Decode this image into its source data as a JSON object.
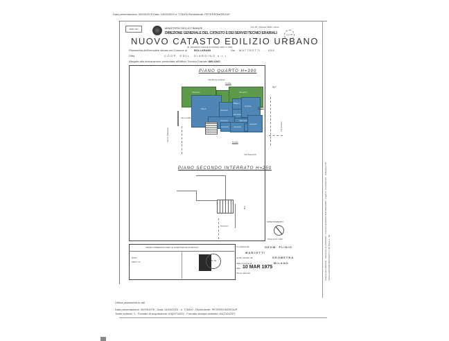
{
  "header": {
    "presentation_line": "Data presentazione: 30/03/1975  Data: 14/03/2023  n. T78400  Richiedente: PETERSONGROUP",
    "stamp_left": "MOD. BN",
    "ministry": "MINISTERO DELLE FINANZE",
    "directorate": "DIREZIONE GENERALE DEL CATASTO E DEI SERVIZI TECNICI ERARIALI",
    "title": "NUOVO CATASTO EDILIZIO URBANO",
    "subtitle": "(R. DECRETO-LEGGE 13 APRILE 1939, N. 652)",
    "top_right_note": "Lire 25 - Scheda Fabbr. nuova",
    "lire_badge": "Lire 25",
    "row1_label": "Planimetria dell'immobile situato nel Comune di",
    "row1_comune": "BOLLARAMI",
    "row1_via_label": "Via",
    "row1_via": "MATTEOTTI ... 458",
    "row2_label": "Ditta",
    "row2_value": "COOP. EDIL. GIARDINO s.r.l.",
    "row3_label": "Allegata alla dichiarazione presentata all'Ufficio Tecnico Erariale di",
    "row3_value": "MILANO"
  },
  "plan": {
    "upper_title": "PIANO QUARTO H=300",
    "street_top": "Via Monte Grappa",
    "cortile_top": "Cortile",
    "cortile_right": "Cortile",
    "north_mark": "30°",
    "side_left_label": "Via G. Matteotti",
    "side_right_label": "Via Ceriani",
    "stair_label": "vano scala",
    "bottom_label": "Cortile",
    "street_bottom": "Via Piacentini",
    "rooms": [
      "Terrazzo",
      "Terrazzo",
      "SALA",
      "Camera",
      "Bagno",
      "Camera",
      "Cucina",
      "Camera",
      "Ingresso",
      "Camera",
      "Camera",
      "Camera",
      "Bagno"
    ],
    "lower_title": "PIANO SECONDO INTERRATO H=250",
    "box_label": "Box",
    "access_label": "Accesso",
    "orientation_label": "ORIENTAMENTO",
    "scale_label": "SCALA DI 1:200"
  },
  "footer_block": {
    "reserved_label": "SPAZIO RISERVATO PER LE ANNOTAZIONI D'UFFICIO",
    "data_label": "DATA",
    "prot_label": "PROT. N°",
    "stamp_number": "N. 54",
    "compiled_label": "Compilata dal",
    "surveyor": "GEOM. PLINIO",
    "surveyor_name": "MARCETTI",
    "surveyor_role": "GEOMETRA",
    "city": "MILANO",
    "iscritto_label": "Iscritto all'Albo dei",
    "provincia_label": "della provincia di",
    "date_label": "data",
    "date": "10 MAR 1975",
    "signature_label": "Firma: Marcetti"
  },
  "bottom_notes": {
    "line1": "Ultima planimetria in atti",
    "line2": "Data presentazione: 30/03/1975 - Data: 14/03/2023 - n. T78400 - Richiedente: PETERSONGROUP",
    "line3": "Totale schede: 1 - Formato di acquisizione: A3(297x420) - Formato stampa richiesto: A4(210x297)"
  },
  "side_note": {
    "line1": "Catasto dei Fabbricati - Situazione al 14/03/2023 - Comune di SESTO SAN GIOVANNI - Foglio 8 - Particella 127 - Subalterno 15",
    "line2": "VIALE GIACOMO MATTEOTTI n. 96 Piano 4 - S2"
  }
}
